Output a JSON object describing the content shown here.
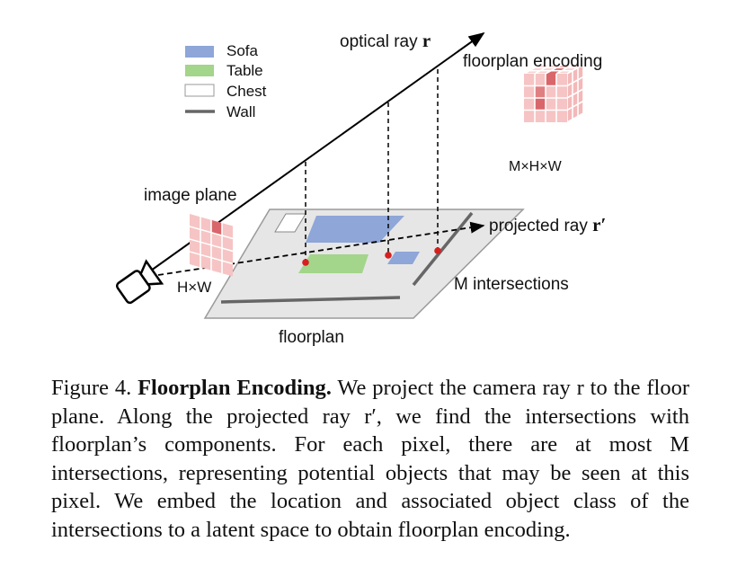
{
  "diagram": {
    "legend": [
      {
        "label": "Sofa",
        "color": "#8ea6d8",
        "kind": "box"
      },
      {
        "label": "Table",
        "color": "#a3d58a",
        "kind": "box"
      },
      {
        "label": "Chest",
        "color": "#ffffff",
        "kind": "box"
      },
      {
        "label": "Wall",
        "color": "#666666",
        "kind": "line"
      }
    ],
    "labels": {
      "optical_ray": "optical ray",
      "optical_ray_symbol": "r",
      "floorplan_encoding": "floorplan encoding",
      "encoding_dims": "M×H×W",
      "image_plane": "image plane",
      "image_dims": "H×W",
      "projected_ray": "projected ray",
      "projected_ray_symbol": "r′",
      "intersections": "M intersections",
      "floorplan": "floorplan"
    },
    "colors": {
      "floor": "#e6e6e6",
      "grid_light": "#f6c4c4",
      "grid_dark": "#d9666a",
      "intersection": "#d61f1f"
    }
  },
  "caption": {
    "figure_label": "Figure 4.",
    "title": "Floorplan Encoding.",
    "text": "We project the camera ray r to the floor plane. Along the projected ray r′, we find the intersections with floorplan’s components. For each pixel, there are at most M intersections, representing potential objects that may be seen at this pixel. We embed the location and associated object class of the intersections to a latent space to obtain floorplan encoding."
  }
}
